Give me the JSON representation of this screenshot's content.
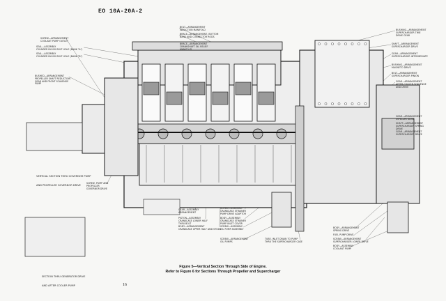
{
  "doc": {
    "id": "EO 10A-20A-2",
    "page": "16"
  },
  "caption": {
    "line1": "Figure 5—Vertical Section Through Side of Engine.",
    "line2": "Refer to Figure 6 for Sections Through Propeller and Supercharger"
  },
  "views": {
    "governor": [
      "VERTICAL SECTION THRU GOVERNOR PUMP",
      "AND PROPELLER GOVERNOR DRIVE"
    ],
    "generator": [
      "SECTION THRU GENERATOR DRIVE",
      "AND AFTER COOLER PUMP"
    ]
  },
  "callouts": {
    "left": [
      [
        "SCREW—ARRANGEMENT",
        "COOLANT PUMP OUTLET"
      ],
      [
        "SEAL—ASSEMBLY",
        "CYLINDER BLOCK BOLT HOLE (BANK \"A\")"
      ],
      [
        "SEAL—ASSEMBLY",
        "CYLINDER BLOCK BOLT HOLE (BANK \"B\")"
      ],
      [
        "BUSHED—ARRANGEMENT",
        "PROPELLER SHAFT REDUCTION",
        "GEAR AND FRONT SCAVENGE",
        "PUMP"
      ]
    ],
    "top": [
      [
        "BOLT—ARRANGEMENT",
        "INDUCTION MANIFOLD"
      ],
      [
        "BRACE—ARRANGEMENT, BOTTOM",
        "BANK AND CONNECTOR RODS"
      ],
      [
        "BRACE—ARRANGEMENT",
        "CRANKSHAFT OIL RELIEF",
        "MANIFOLD"
      ]
    ],
    "right": [
      [
        "BUSHING—ARRANGEMENT",
        "SUPERCHARGER TIME",
        "DRIVE GEAR"
      ],
      [
        "SHAFT—ARRANGEMENT",
        "SUPERCHARGER DRIVE"
      ],
      [
        "GEAR—ARRANGEMENT",
        "SUPERCHARGER INTERMEDIATE"
      ],
      [
        "BUSHING—ARRANGEMENT",
        "MAGNETO DRIVE"
      ],
      [
        "BOLT—ARRANGEMENT",
        "SUPERCHARGER PINION"
      ],
      [
        "GEAR—ARRANGEMENT",
        "AFTER COOLER SCAVENGE",
        "AND DRIVE"
      ],
      [
        "GEAR—ARRANGEMENT",
        "IMPELLER GEAR"
      ],
      [
        "SHAFT—ARRANGEMENT",
        "SUPERCHARGER SPRING",
        "DRIVE"
      ],
      [
        "GEAR—ARRANGEMENT",
        "SUPERCHARGER DRIVE"
      ]
    ],
    "bottom_left": [
      [
        "GEAR—ASSEMBLY",
        "ARRANGEMENT"
      ],
      [
        "PISTON—ASSEMBLY",
        "CRANKCASE LOWER HALF",
        "THRU BOLT"
      ],
      [
        "BODY—ARRANGEMENT",
        "CRANKCASE UPPER HALF AND STUDS"
      ]
    ],
    "bottom_mid": [
      [
        "SCREW—ASSEMBLY",
        "CRANKCASE STRAINER",
        "PUMP DRIVE ADAPTOR"
      ],
      [
        "BODY—ASSEMBLY",
        "CRANKCASE STRAINER",
        "PUMP INLET COVER"
      ],
      [
        "SCREW—ASSEMBLY",
        "OIL PUMP ASSEMBLY"
      ],
      [
        "SCREW—ARRANGEMENT",
        "OIL PUMPS"
      ]
    ],
    "bottom_right": [
      [
        "BODY—ARRANGEMENT",
        "SPRING DRIVE"
      ],
      [
        "FUEL PUMP DRIVE"
      ],
      [
        "SCREW—ARRANGEMENT",
        "SUPERCHARGER LOWER DRIVE"
      ],
      [
        "BODY—ASSEMBLY",
        "COOLANT PUMP"
      ]
    ],
    "center": [
      [
        "TUBE, INLET DRAIN TO PUMP",
        "THRU THE SUPERCHARGER CASE"
      ]
    ],
    "pump_left": [
      [
        "SCREW, PUMP AND",
        "PROPELLER",
        "GOVERNOR DRIVE"
      ]
    ]
  }
}
